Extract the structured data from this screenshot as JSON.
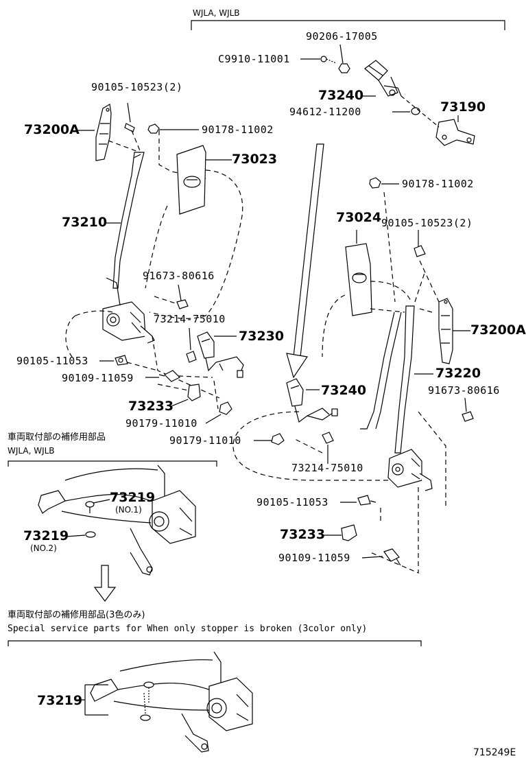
{
  "header_variant": "WJLA, WJLB",
  "parts": {
    "p90206_17005": "90206-17005",
    "pC9910_11001": "C9910-11001",
    "p73240_top": "73240",
    "p94612_11200": "94612-11200",
    "p73190": "73190",
    "p90105_10523_left": "90105-10523(2)",
    "p73200A_left": "73200A",
    "p90178_11002_left": "90178-11002",
    "p73023": "73023",
    "p90178_11002_right": "90178-11002",
    "p73210": "73210",
    "p73024": "73024",
    "p90105_10523_right": "90105-10523(2)",
    "p91673_80616_left": "91673-80616",
    "p73214_75010_left": "73214-75010",
    "p73230": "73230",
    "p73200A_right": "73200A",
    "p90105_11053_left": "90105-11053",
    "p90109_11059_left": "90109-11059",
    "p73220": "73220",
    "p91673_80616_right": "91673-80616",
    "p73240_mid": "73240",
    "p73233_left": "73233",
    "p90179_11010_a": "90179-11010",
    "p90179_11010_b": "90179-11010",
    "p73214_75010_right": "73214-75010",
    "p90105_11053_right": "90105-11053",
    "p73233_right": "73233",
    "p90109_11059_right": "90109-11059",
    "p73219_a": "73219",
    "p73219_no1": "(NO.1)",
    "p73219_b": "73219",
    "p73219_no2": "(NO.2)",
    "p73219_c": "73219"
  },
  "section1": {
    "title_jp": "車両取付部の補修用部品",
    "variant": "WJLA, WJLB"
  },
  "section2": {
    "title_jp": "車両取付部の補修用部品(3色のみ)",
    "title_en": "Special  service  parts  for  When  only  stopper  is  broken  (3color  only)"
  },
  "figure_id": "715249E"
}
